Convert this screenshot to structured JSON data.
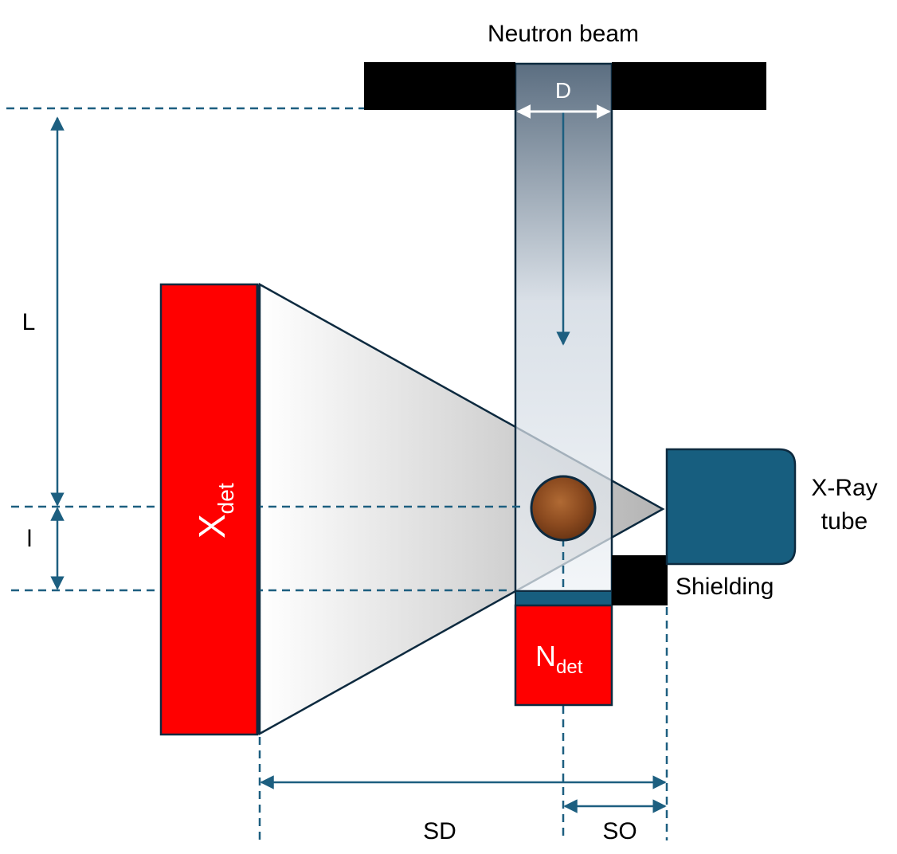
{
  "labels": {
    "neutron_beam": "Neutron beam",
    "beam_diameter": "D",
    "L": "L",
    "l": "l",
    "xray_tube_line1": "X-Ray",
    "xray_tube_line2": "tube",
    "shielding": "Shielding",
    "xdet_main": "X",
    "xdet_sub": "det",
    "ndet_main": "N",
    "ndet_sub": "det",
    "SD": "SD",
    "SO": "SO"
  },
  "colors": {
    "detector_red": "#ff0000",
    "xray_tube_blue": "#175e7f",
    "dimension_line_blue": "#1d5f80",
    "outline_dark": "#0d2a3f",
    "shielding_black": "#000000",
    "sample_brown": "#8b4a1f"
  }
}
